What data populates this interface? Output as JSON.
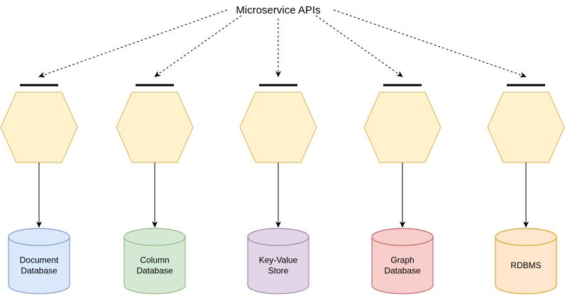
{
  "diagram": {
    "title": "Microservice APIs",
    "hexagon_fill": "#fff2cc",
    "hexagon_stroke": "#d6b656",
    "services": [
      {
        "name": "document",
        "database": {
          "lines": [
            "Document",
            "Database"
          ],
          "fill": "#dae8fc",
          "stroke": "#6c8ebf"
        }
      },
      {
        "name": "column",
        "database": {
          "lines": [
            "Column",
            "Database"
          ],
          "fill": "#d5e8d4",
          "stroke": "#82b366"
        }
      },
      {
        "name": "key-value",
        "database": {
          "lines": [
            "Key-Value",
            "Store"
          ],
          "fill": "#e1d5e7",
          "stroke": "#9673a6"
        }
      },
      {
        "name": "graph",
        "database": {
          "lines": [
            "Graph",
            "Database"
          ],
          "fill": "#f8cecc",
          "stroke": "#b85450"
        }
      },
      {
        "name": "rdbms",
        "database": {
          "lines": [
            "RDBMS"
          ],
          "fill": "#ffe6cc",
          "stroke": "#d79b00"
        }
      }
    ]
  }
}
